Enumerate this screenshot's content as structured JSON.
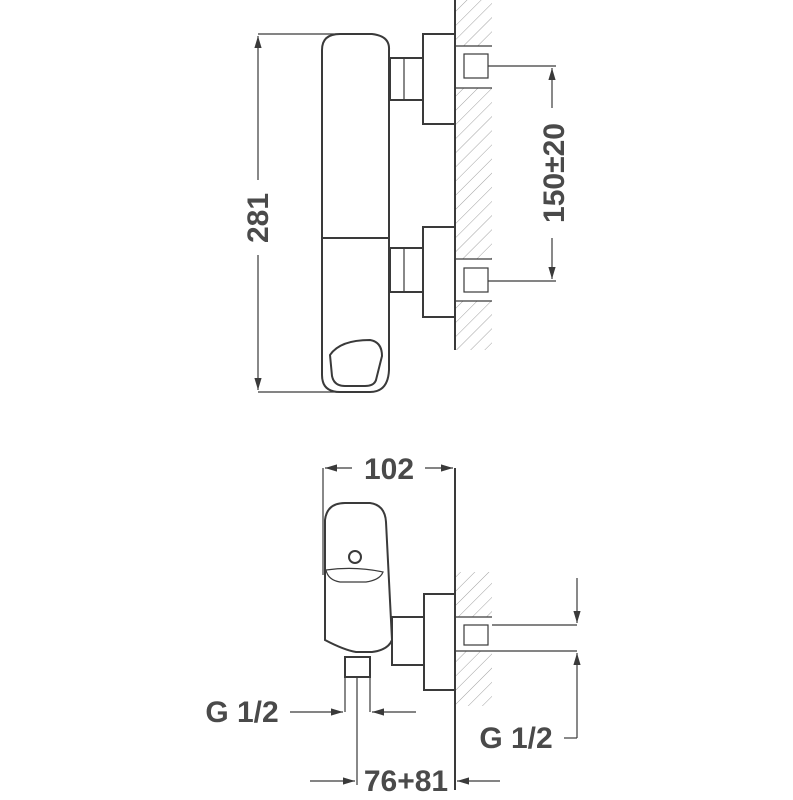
{
  "side_view": {
    "height_dim": "281",
    "inlet_spacing_dim": "150±20"
  },
  "top_view": {
    "depth_dim": "102",
    "outlet_thread": "G 1/2",
    "inlet_thread": "G 1/2",
    "center_distance_dim": "76+81"
  }
}
